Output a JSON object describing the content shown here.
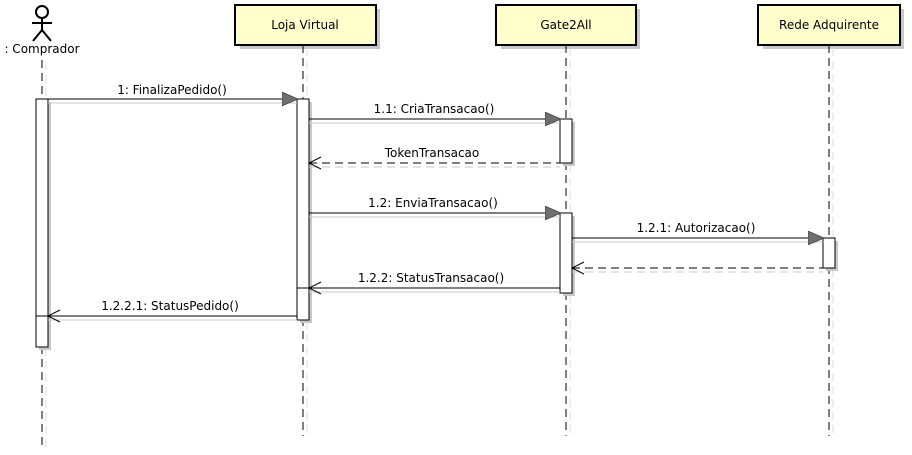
{
  "actor": {
    "label": ": Comprador"
  },
  "participants": {
    "loja": "Loja Virtual",
    "gate": "Gate2All",
    "rede": "Rede Adquirente"
  },
  "messages": {
    "m1": "1: FinalizaPedido()",
    "m11": "1.1: CriaTransacao()",
    "m11r": "TokenTransacao",
    "m12": "1.2: EnviaTransacao()",
    "m121": "1.2.1: Autorizacao()",
    "m122": "1.2.2: StatusTransacao()",
    "m1221": "1.2.2.1: StatusPedido()"
  },
  "colors": {
    "box_fill": "#ffffcc",
    "box_stroke": "#000000",
    "shadow": "#c8c8c8",
    "arrowhead": "#6e6e6e"
  }
}
